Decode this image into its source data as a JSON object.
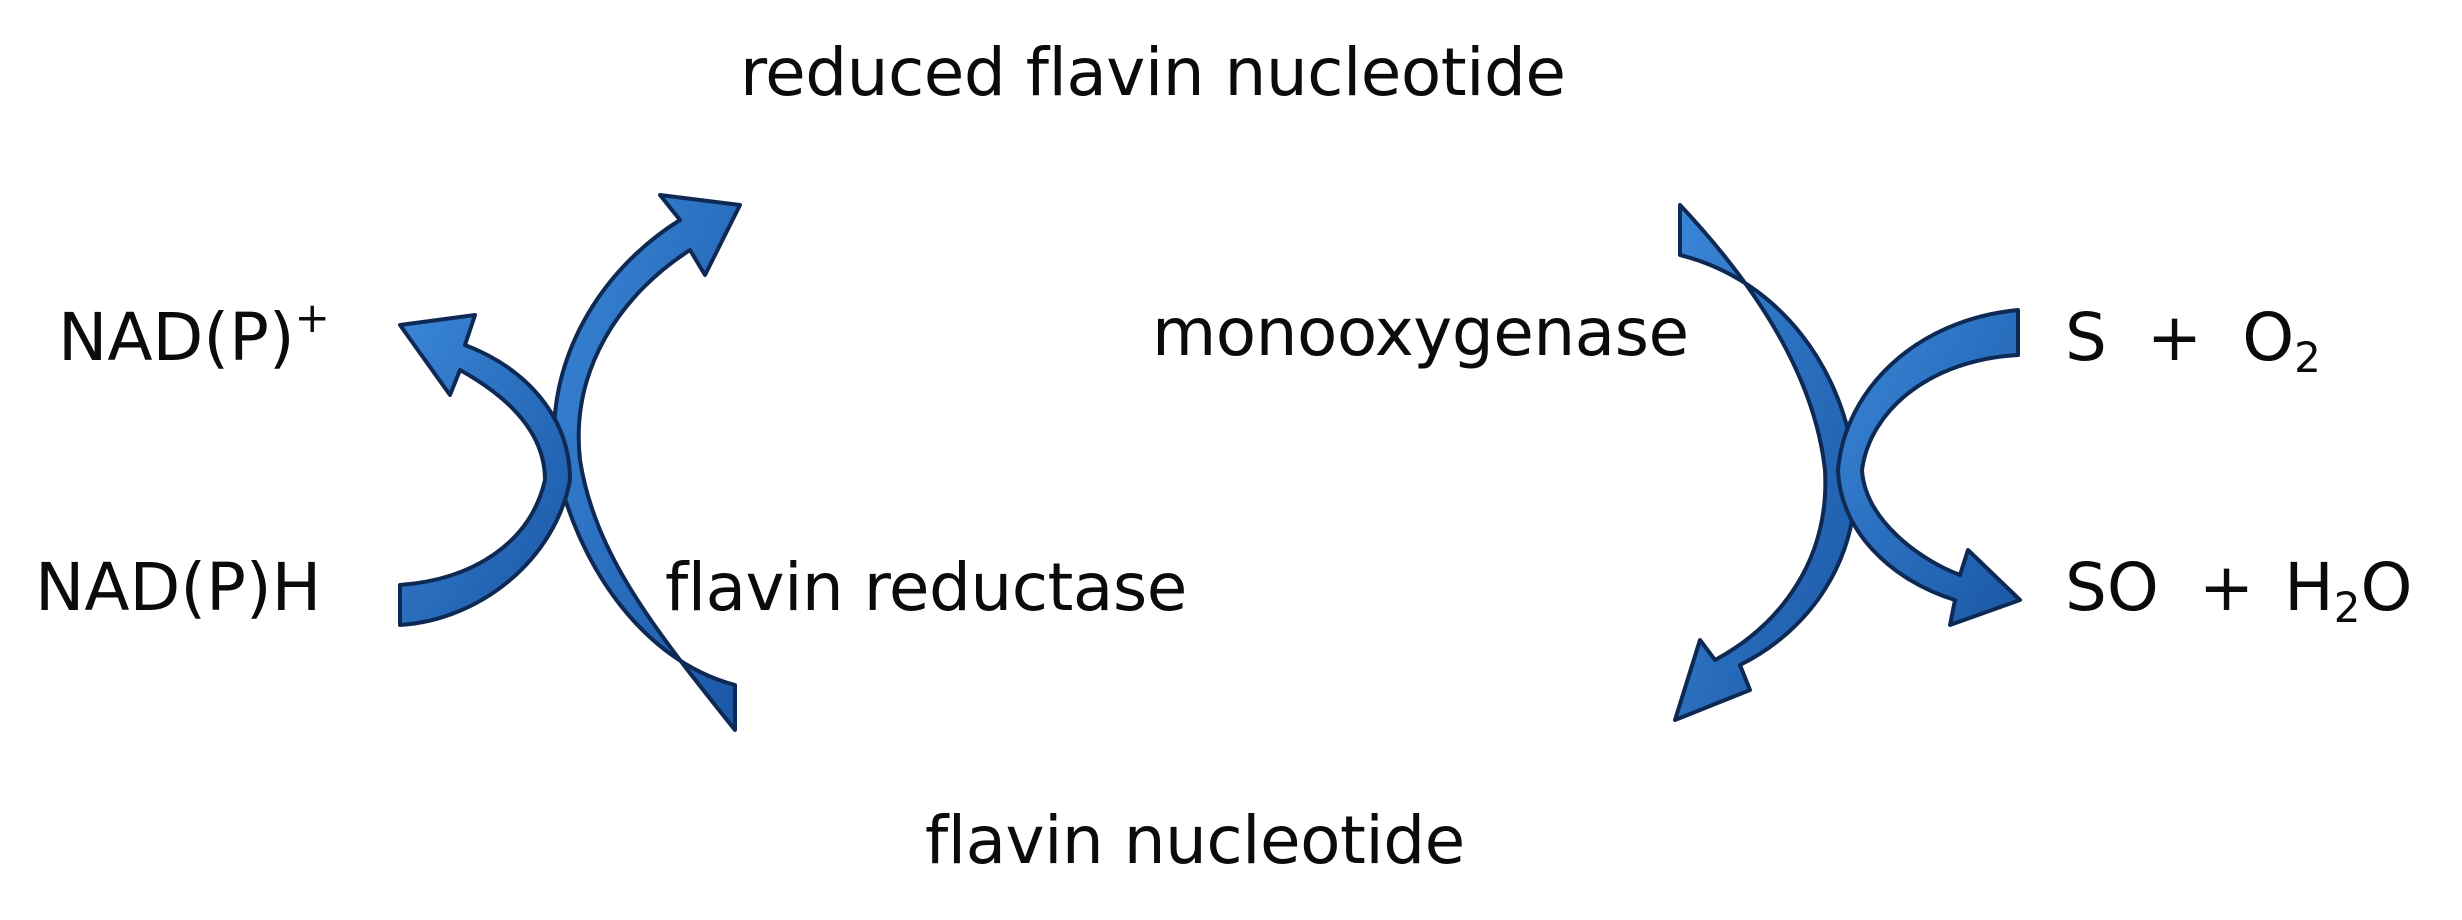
{
  "labels": {
    "reduced_flavin_nucleotide": "reduced flavin nucleotide",
    "flavin_nucleotide": "flavin nucleotide",
    "flavin_reductase": "flavin reductase",
    "monooxygenase": "monooxygenase"
  },
  "left_species": {
    "nadp_plus": {
      "text": "NAD(P)",
      "charge": "+"
    },
    "nadph": "NAD(P)H"
  },
  "substrate": {
    "s": "S",
    "plus": "+",
    "o2_base": "O",
    "o2_sub": "2"
  },
  "product": {
    "so": "SO",
    "plus": "+",
    "h": "H",
    "h2_sub": "2",
    "o": "O"
  },
  "colors": {
    "arrow_fill": "#2166b8",
    "arrow_stroke": "#0e2a54",
    "text": "#0b0b0b"
  }
}
